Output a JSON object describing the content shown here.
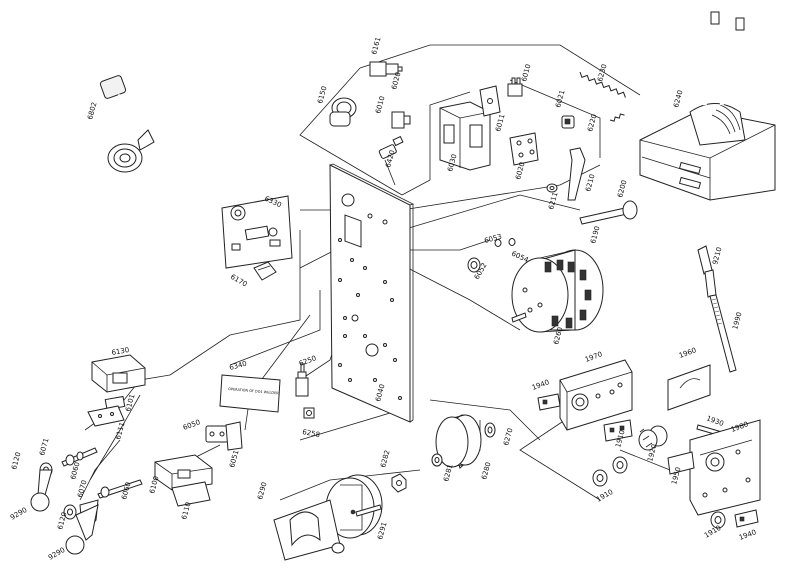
{
  "labels": {
    "p6802": "6802",
    "p6161": "6161",
    "p6020a": "6020",
    "p6150": "6150",
    "p6010a": "6010",
    "p6420": "6420",
    "p6030": "6030",
    "p6010b": "6010",
    "p6011": "6011",
    "p6020b": "6020",
    "p6021": "6021",
    "p6220": "6220",
    "p6230": "6230",
    "p6240": "6240",
    "p6210": "6210",
    "p6200": "6200",
    "p6211": "6211",
    "p6190": "6190",
    "p6330": "6330",
    "p6170": "6170",
    "p6053": "6053",
    "p6054": "6054",
    "p6052": "6052",
    "p9210": "9210",
    "p1990": "1990",
    "p6260": "6260",
    "p6130": "6130",
    "p6101": "6101",
    "p6111": "6111",
    "p6340": "6340",
    "p6250": "6250",
    "p6040": "6040",
    "p6258": "6258",
    "p6050": "6050",
    "p6051": "6051",
    "p6120a": "6120",
    "p6071": "6071",
    "p6060a": "6060",
    "p6070": "6070",
    "p6060b": "6060",
    "p6100": "6100",
    "p6110": "6110",
    "p9290a": "9290",
    "p6120b": "6120",
    "p9290b": "9290",
    "p6282": "6282",
    "p6281": "6281",
    "p6280": "6280",
    "p6270": "6270",
    "p6290": "6290",
    "p6291": "6291",
    "p1970": "1970",
    "p1960": "1960",
    "p1940a": "1940",
    "p1930": "1930",
    "p1980": "1980",
    "p1920": "1920",
    "p1910a": "1910",
    "p1950": "1950",
    "p1910b": "1910",
    "p1910c": "1910",
    "p1940b": "1940"
  },
  "plate_caption": "OPERATION OF DO1 WELDER"
}
